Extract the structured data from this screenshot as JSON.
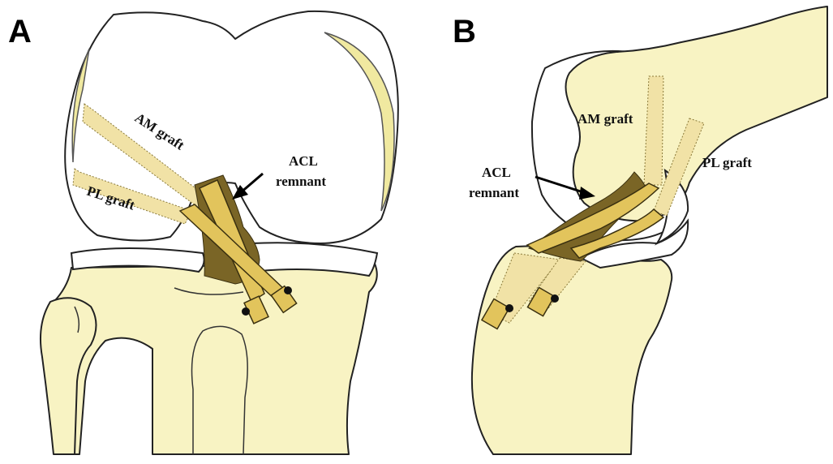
{
  "panels": [
    {
      "letter": "A",
      "labels": {
        "am_graft": "AM graft",
        "pl_graft": "PL graft",
        "acl_line1": "ACL",
        "acl_line2": "remnant"
      }
    },
    {
      "letter": "B",
      "labels": {
        "am_graft": "AM graft",
        "pl_graft": "PL graft",
        "acl_line1": "ACL",
        "acl_line2": "remnant"
      }
    }
  ],
  "colors": {
    "bone": "#f8f3c3",
    "graft": "#e2c45c",
    "remnant": "#7a6526",
    "outline": "#222222"
  }
}
